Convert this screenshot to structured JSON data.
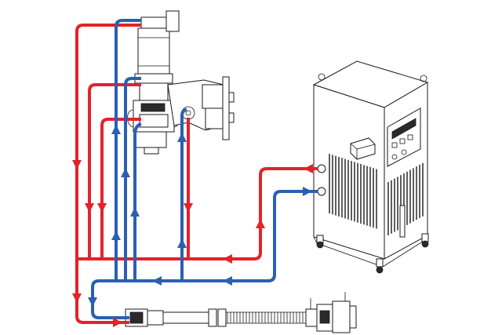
{
  "colors": {
    "supply_line": "#e2232a",
    "return_line": "#2b5fb4",
    "outline": "#1a1a1a",
    "background": "#ffffff"
  },
  "components": [
    {
      "name": "welding-gun-assembly"
    },
    {
      "name": "water-chiller-unit"
    },
    {
      "name": "cable-hose-assembly"
    }
  ]
}
